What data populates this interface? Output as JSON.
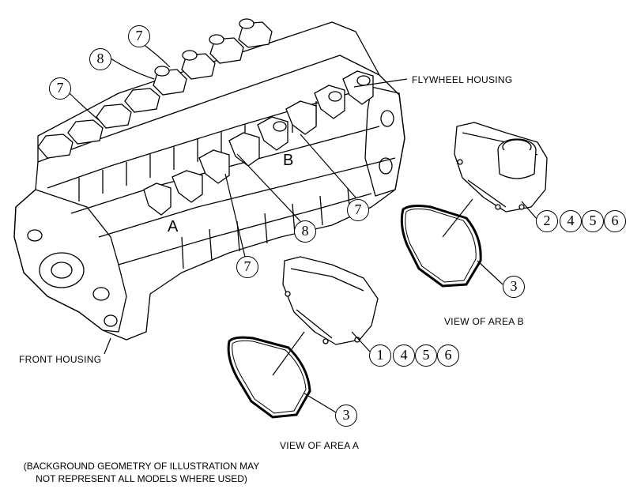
{
  "labels": {
    "flywheel_housing": "FLYWHEEL HOUSING",
    "front_housing": "FRONT HOUSING",
    "view_area_b": "VIEW OF AREA B",
    "view_area_a": "VIEW OF AREA  A",
    "area_a": "A",
    "area_b": "B"
  },
  "note": {
    "line1": "(BACKGROUND GEOMETRY OF ILLUSTRATION MAY",
    "line2": "NOT REPRESENT ALL MODELS WHERE USED)"
  },
  "callouts": {
    "top_left_7": "7",
    "top_left_8": "8",
    "top_mid_7": "7",
    "engine_8": "8",
    "engine_7_lower": "7",
    "engine_7_right": "7",
    "group_b": [
      "2",
      "4",
      "5",
      "6"
    ],
    "gasket_b": "3",
    "group_a": [
      "1",
      "4",
      "5",
      "6"
    ],
    "gasket_a": "3"
  }
}
